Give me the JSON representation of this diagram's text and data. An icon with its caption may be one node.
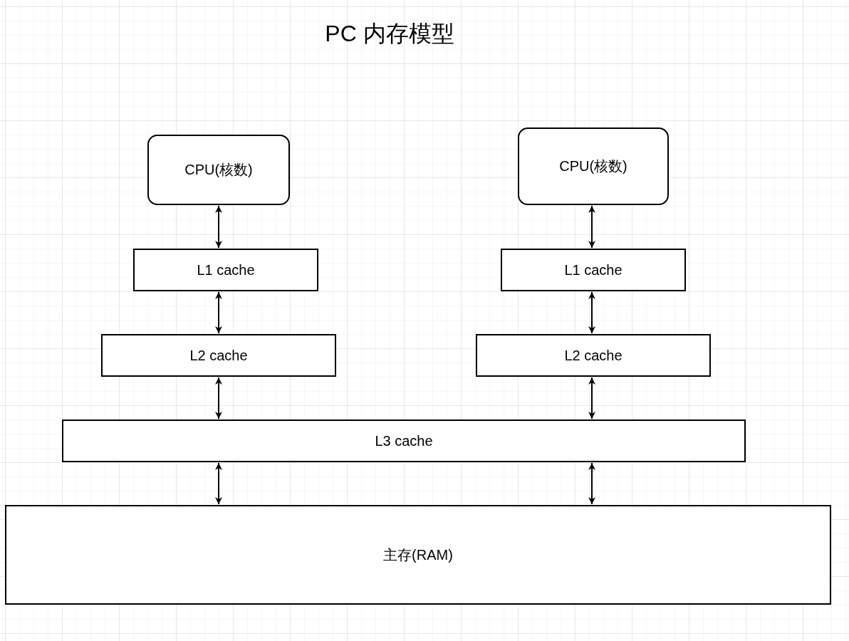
{
  "diagram": {
    "title": "PC 内存模型",
    "nodes": [
      {
        "text": [
          "CPU(核数)"
        ]
      },
      {
        "text": [
          "CPU(核数)"
        ]
      },
      {
        "text": [
          "L1 cache"
        ]
      },
      {
        "text": [
          "L1 cache"
        ]
      },
      {
        "text": [
          "L2 cache"
        ]
      },
      {
        "text": [
          "L2 cache"
        ]
      },
      {
        "text": [
          "L3 cache"
        ]
      },
      {
        "text": [
          "主存(RAM)"
        ]
      }
    ],
    "edges": [
      {
        "from": 0,
        "to": 2,
        "arrow": "both"
      },
      {
        "from": 1,
        "to": 3,
        "arrow": "both"
      },
      {
        "from": 2,
        "to": 4,
        "arrow": "both"
      },
      {
        "from": 3,
        "to": 5,
        "arrow": "both"
      },
      {
        "from": 4,
        "to": 6,
        "arrow": "both"
      },
      {
        "from": 5,
        "to": 6,
        "arrow": "both"
      },
      {
        "from": 6,
        "to": 7,
        "arrow": "both"
      },
      {
        "from": 6,
        "to": 7,
        "arrow": "both"
      }
    ]
  }
}
